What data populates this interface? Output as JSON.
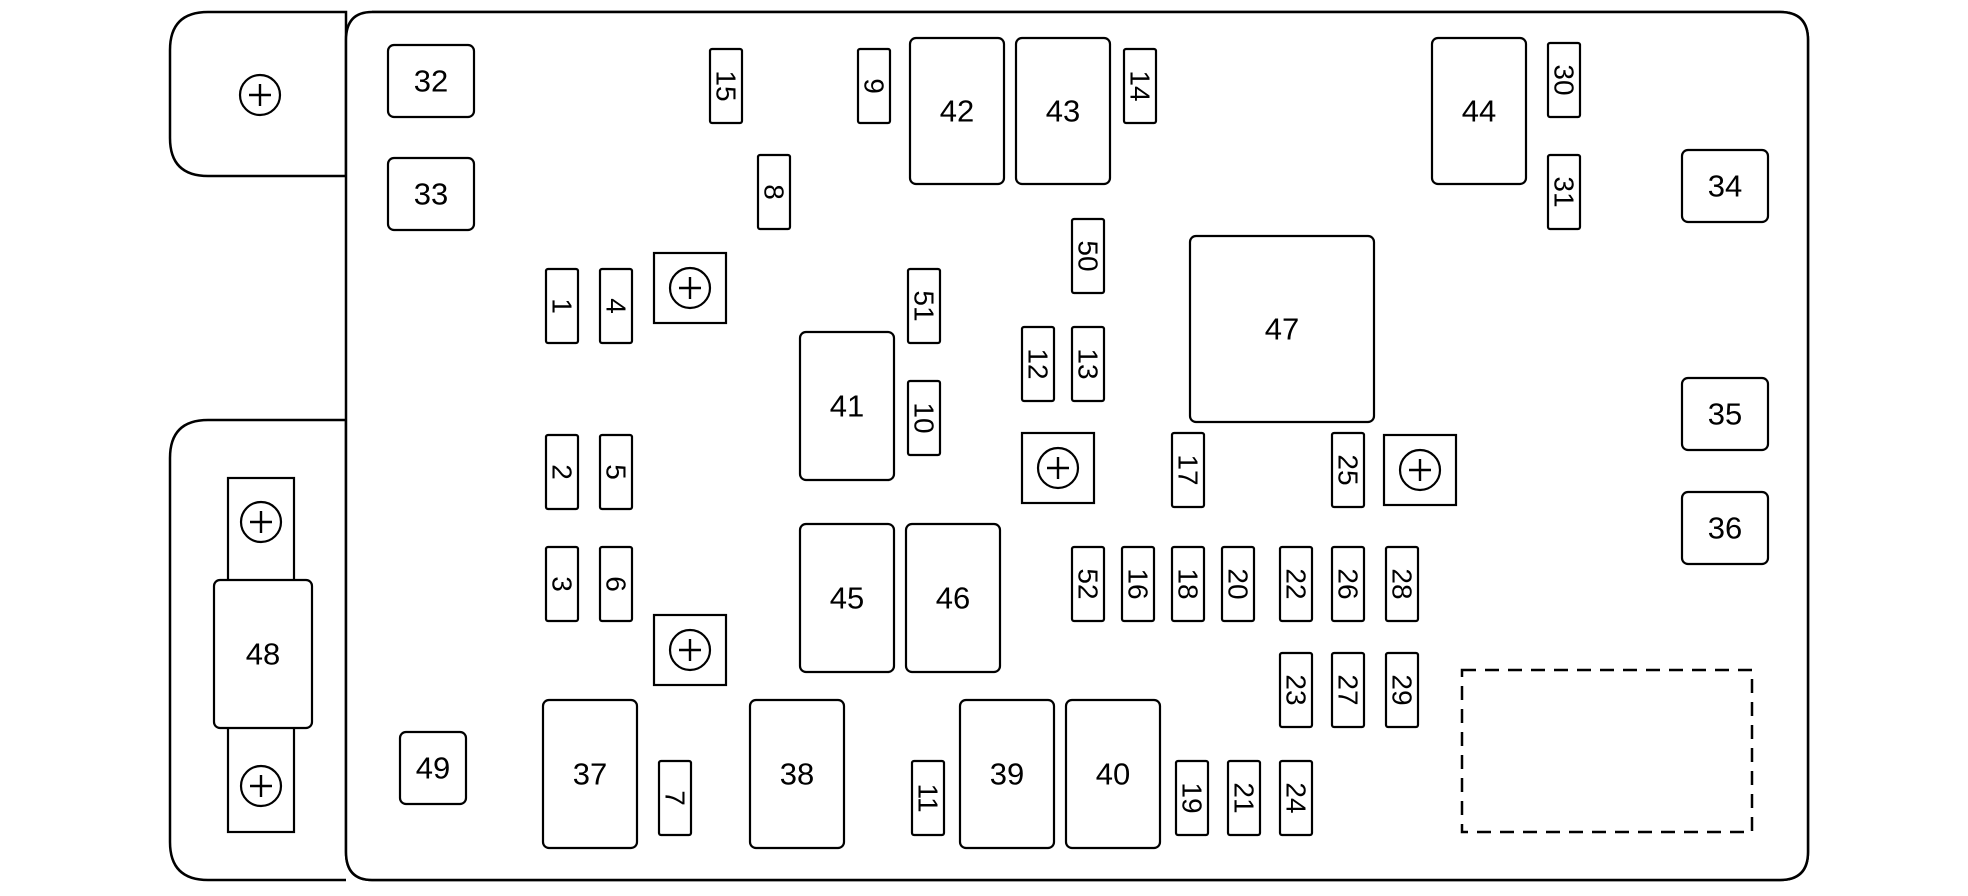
{
  "fuse_block": {
    "relays": [
      {
        "id": "32",
        "label": "32"
      },
      {
        "id": "33",
        "label": "33"
      },
      {
        "id": "34",
        "label": "34"
      },
      {
        "id": "35",
        "label": "35"
      },
      {
        "id": "36",
        "label": "36"
      },
      {
        "id": "37",
        "label": "37"
      },
      {
        "id": "38",
        "label": "38"
      },
      {
        "id": "39",
        "label": "39"
      },
      {
        "id": "40",
        "label": "40"
      },
      {
        "id": "41",
        "label": "41"
      },
      {
        "id": "42",
        "label": "42"
      },
      {
        "id": "43",
        "label": "43"
      },
      {
        "id": "44",
        "label": "44"
      },
      {
        "id": "45",
        "label": "45"
      },
      {
        "id": "46",
        "label": "46"
      },
      {
        "id": "47",
        "label": "47"
      },
      {
        "id": "48",
        "label": "48"
      },
      {
        "id": "49",
        "label": "49"
      }
    ],
    "fuses": [
      {
        "id": "1",
        "label": "1"
      },
      {
        "id": "2",
        "label": "2"
      },
      {
        "id": "3",
        "label": "3"
      },
      {
        "id": "4",
        "label": "4"
      },
      {
        "id": "5",
        "label": "5"
      },
      {
        "id": "6",
        "label": "6"
      },
      {
        "id": "7",
        "label": "7"
      },
      {
        "id": "8",
        "label": "8"
      },
      {
        "id": "9",
        "label": "9"
      },
      {
        "id": "10",
        "label": "10"
      },
      {
        "id": "11",
        "label": "11"
      },
      {
        "id": "12",
        "label": "12"
      },
      {
        "id": "13",
        "label": "13"
      },
      {
        "id": "14",
        "label": "14"
      },
      {
        "id": "15",
        "label": "15"
      },
      {
        "id": "16",
        "label": "16"
      },
      {
        "id": "17",
        "label": "17"
      },
      {
        "id": "18",
        "label": "18"
      },
      {
        "id": "19",
        "label": "19"
      },
      {
        "id": "20",
        "label": "20"
      },
      {
        "id": "21",
        "label": "21"
      },
      {
        "id": "22",
        "label": "22"
      },
      {
        "id": "23",
        "label": "23"
      },
      {
        "id": "24",
        "label": "24"
      },
      {
        "id": "25",
        "label": "25"
      },
      {
        "id": "26",
        "label": "26"
      },
      {
        "id": "27",
        "label": "27"
      },
      {
        "id": "28",
        "label": "28"
      },
      {
        "id": "29",
        "label": "29"
      },
      {
        "id": "30",
        "label": "30"
      },
      {
        "id": "31",
        "label": "31"
      },
      {
        "id": "50",
        "label": "50"
      },
      {
        "id": "51",
        "label": "51"
      },
      {
        "id": "52",
        "label": "52"
      }
    ],
    "terminals": [
      {
        "id": "top-left",
        "icon": "plus-terminal-icon"
      },
      {
        "id": "upper-left",
        "icon": "plus-terminal-icon"
      },
      {
        "id": "lower-left",
        "icon": "plus-terminal-icon"
      },
      {
        "id": "center",
        "icon": "plus-terminal-icon"
      },
      {
        "id": "right",
        "icon": "plus-terminal-icon"
      },
      {
        "id": "48-top",
        "icon": "plus-terminal-icon"
      },
      {
        "id": "48-bottom",
        "icon": "plus-terminal-icon"
      }
    ]
  }
}
